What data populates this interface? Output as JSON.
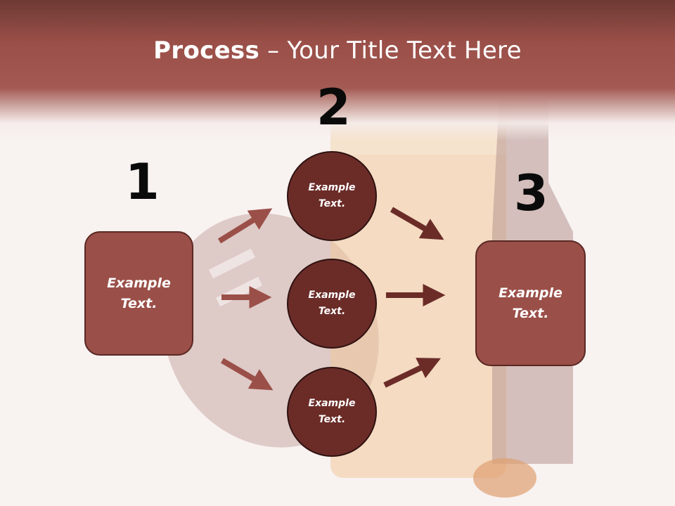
{
  "slide": {
    "title_bold": "Process",
    "title_rest": " – Your Title Text Here"
  },
  "steps": {
    "step1_number": "1",
    "step2_number": "2",
    "step3_number": "3"
  },
  "nodes": {
    "left_box_text": "Example Text.",
    "circle_top_text": "Example Text.",
    "circle_middle_text": "Example Text.",
    "circle_bottom_text": "Example Text.",
    "right_box_text": "Example Text."
  },
  "colors": {
    "box_fill": "#9a4f48",
    "circle_fill": "#6b2c28",
    "arrow_light": "#9a4f48",
    "arrow_dark": "#6b2c28",
    "header": "#9a4f48"
  }
}
